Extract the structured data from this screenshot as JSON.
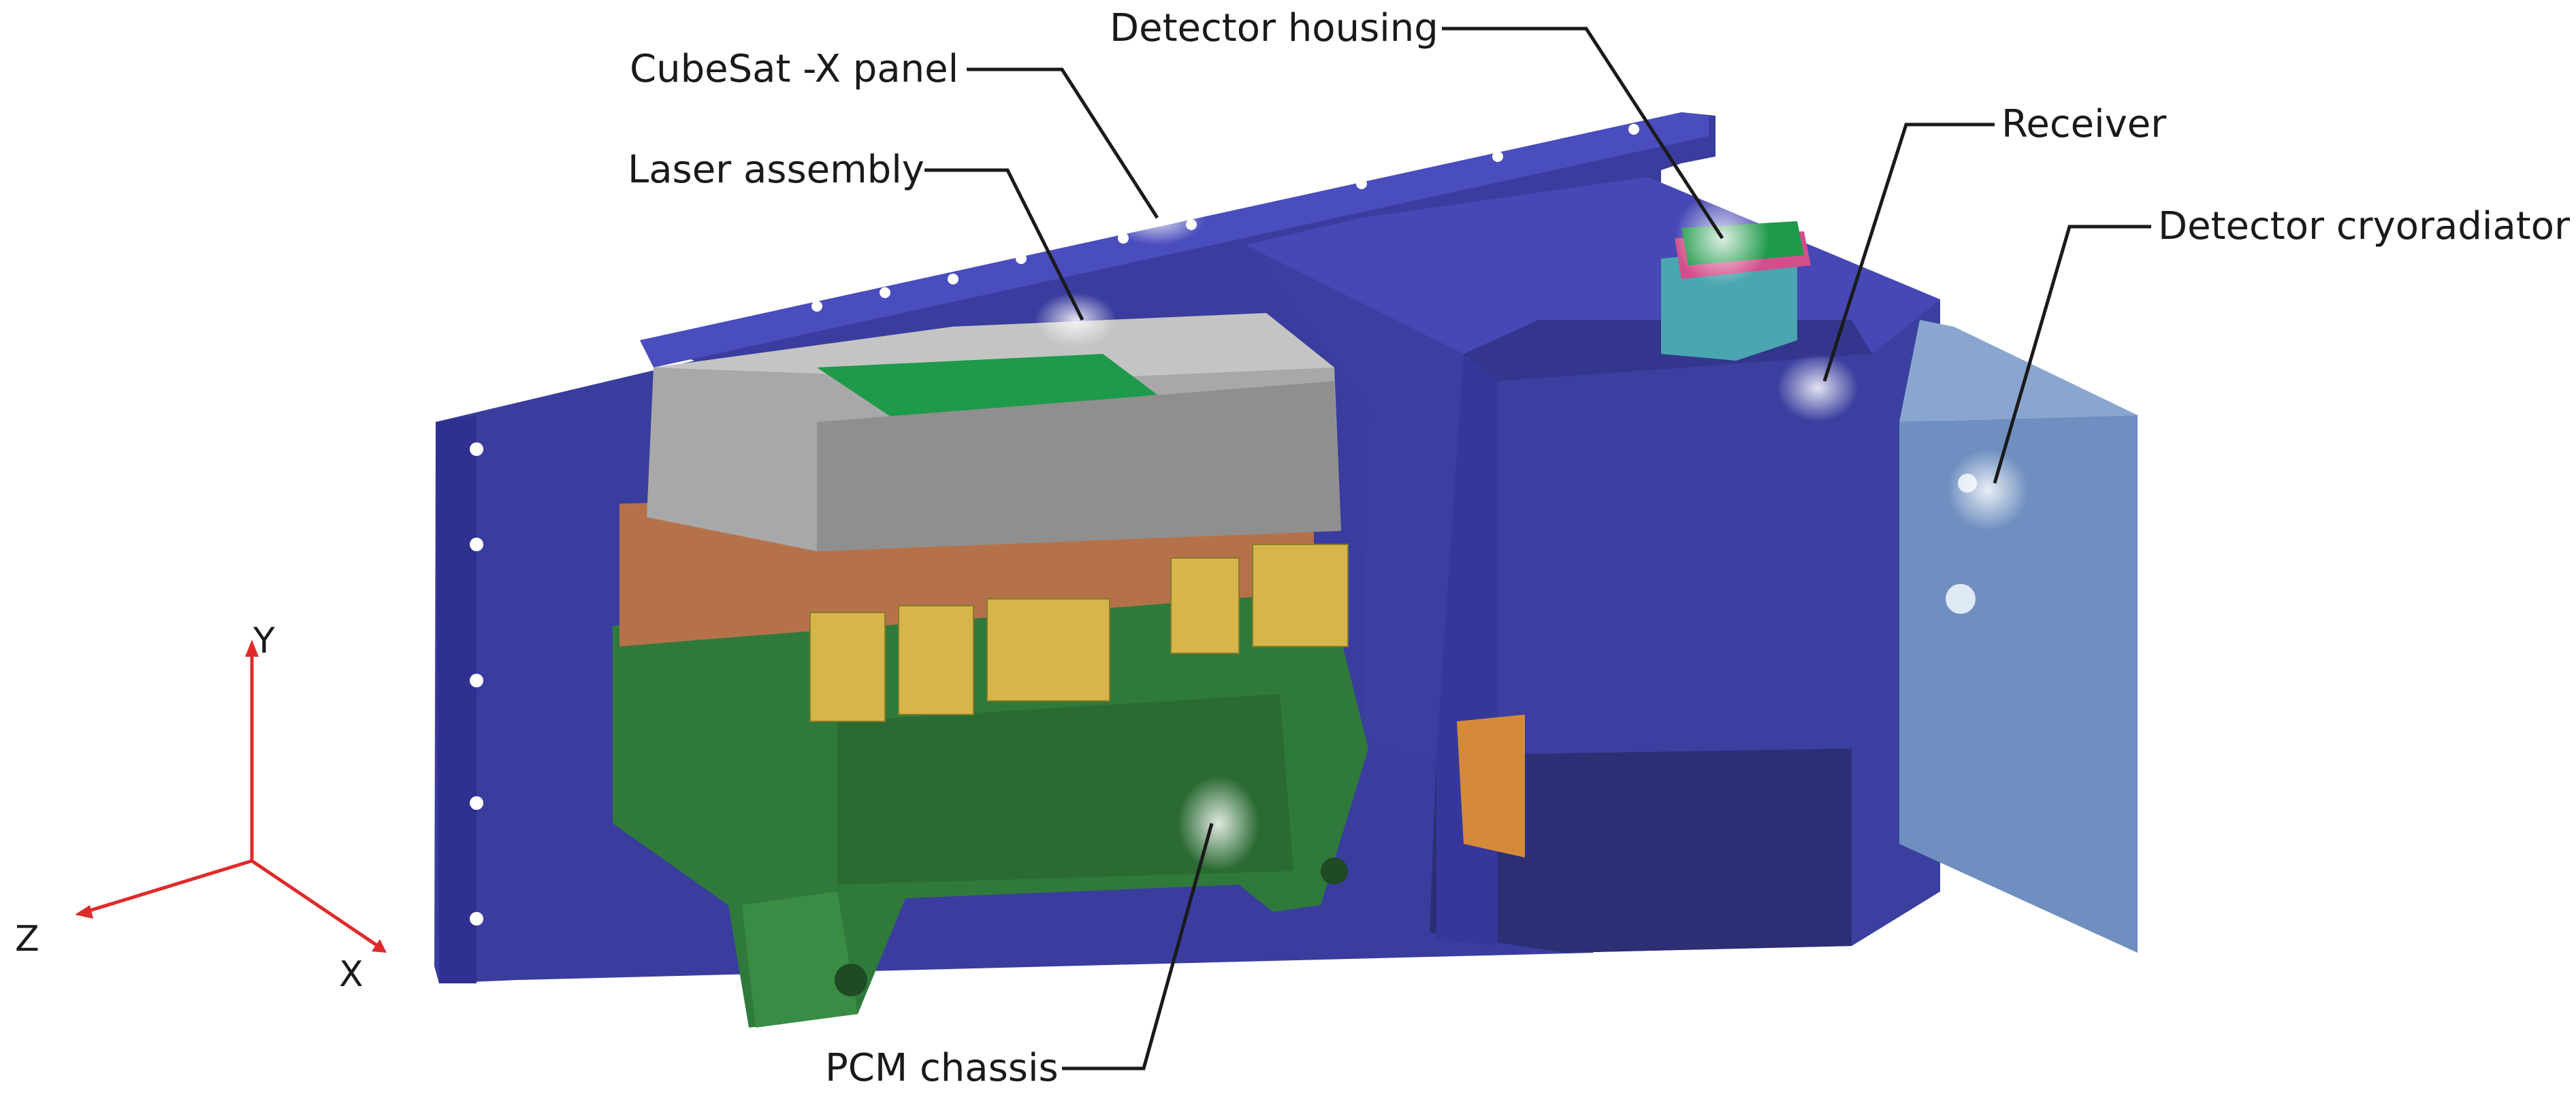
{
  "callouts": {
    "cubesat_panel": "CubeSat -X panel",
    "laser_assembly": "Laser assembly",
    "detector_housing": "Detector housing",
    "receiver": "Receiver",
    "detector_cryoradiator": "Detector cryoradiator",
    "pcm_chassis": "PCM chassis"
  },
  "axes": {
    "y": "Y",
    "z": "Z",
    "x": "X"
  },
  "colors": {
    "panel_blue": "#3a3d9e",
    "panel_blue_dark": "#2a2c7a",
    "chassis_green": "#2f7a3a",
    "laser_gray": "#a8a8a8",
    "copper": "#b5724a",
    "clamp_gold": "#d6b64a",
    "pcb_green": "#1e9a4a",
    "cryoradiator_blue": "#6f8fc0",
    "axis_red": "#e02a2a",
    "leader_line": "#1a1a1a"
  }
}
